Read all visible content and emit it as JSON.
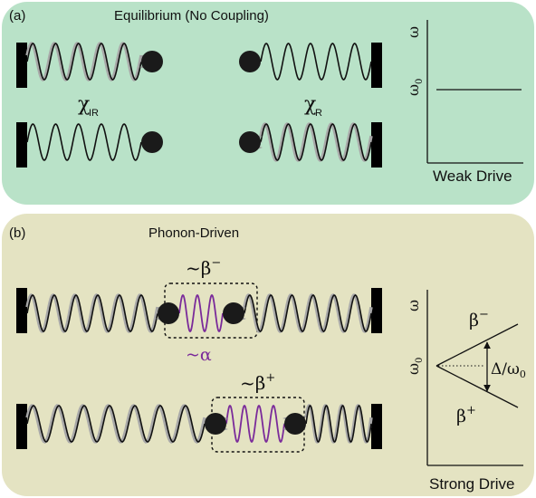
{
  "panel_a": {
    "letter": "(a)",
    "title": "Equilibrium (No Coupling)",
    "chi_ir": {
      "base": "χ",
      "sub": "IR"
    },
    "chi_r": {
      "base": "χ",
      "sub": "R"
    },
    "plot": {
      "y_symbol": "ω",
      "level_base": "ω",
      "level_sub": "0",
      "xlabel": "Weak Drive"
    }
  },
  "panel_b": {
    "letter": "(b)",
    "title": "Phonon-Driven",
    "beta_minus_box": {
      "tilde": "~β",
      "sup": "−"
    },
    "alpha_label": "~α",
    "beta_plus_box": {
      "tilde": "~β",
      "sup": "+"
    },
    "plot": {
      "y_symbol": "ω",
      "level_base": "ω",
      "level_sub": "0",
      "upper_branch": {
        "base": "β",
        "sup": "−"
      },
      "lower_branch": {
        "base": "β",
        "sup": "+"
      },
      "splitting": {
        "text": "Δ/ω",
        "sub": "0"
      },
      "xlabel": "Strong Drive"
    }
  },
  "colors": {
    "panel_a_bg": "#b9e2c8",
    "panel_b_bg": "#e4e3c2",
    "spring": "#111111",
    "spring_ghost": "#a8a8a8",
    "coupling_spring": "#7a2a9a",
    "alpha_text": "#7a2a9a",
    "ball": "#1a1a1a"
  }
}
